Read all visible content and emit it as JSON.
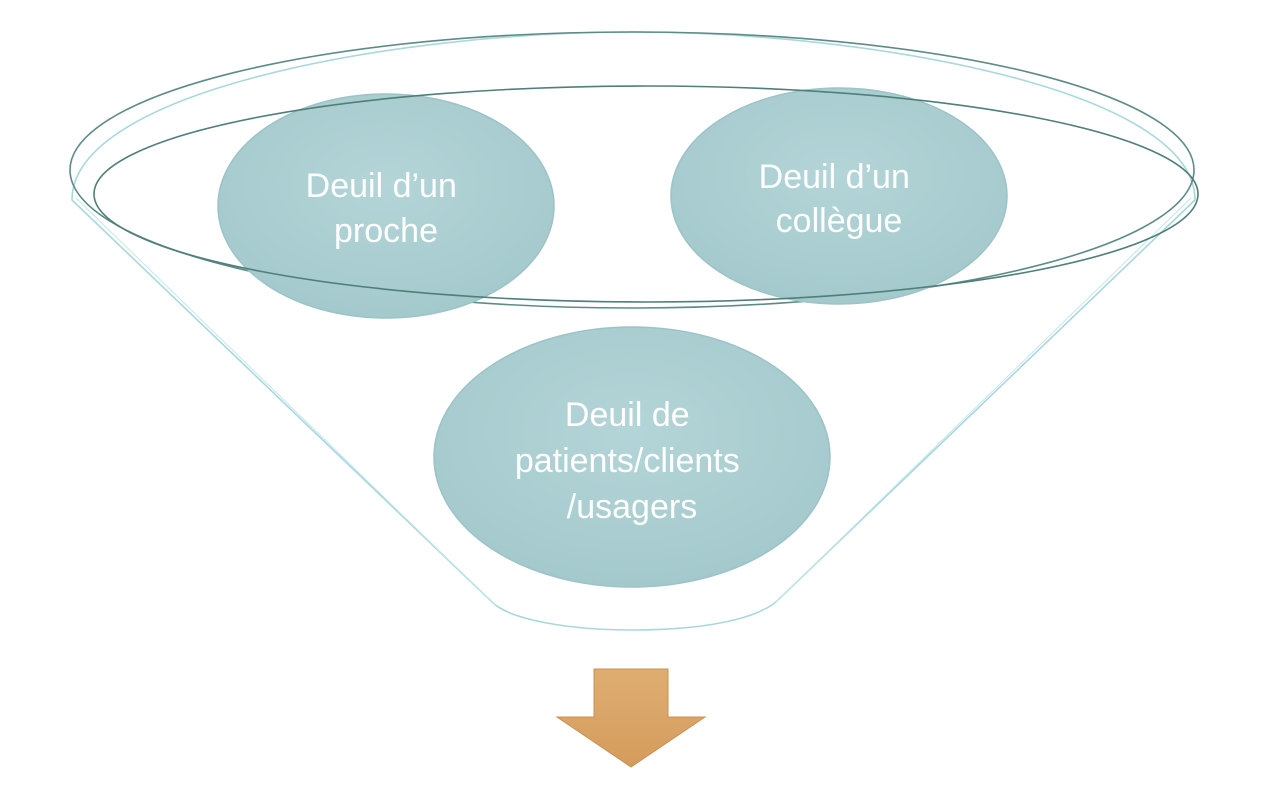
{
  "funnel": {
    "items": [
      {
        "lines": [
          "Deuil d’un",
          "proche"
        ]
      },
      {
        "lines": [
          "Deuil d’un",
          "collègue"
        ]
      },
      {
        "lines": [
          "Deuil de",
          "patients/clients",
          "/usagers"
        ]
      }
    ]
  },
  "colors": {
    "bubble_fill": "#a9cdd0",
    "bubble_stroke": "#8ab8bd",
    "rim_stroke": "#4f7f78",
    "funnel_outline": "#a9d8dc",
    "arrow_fill": "#d9a466",
    "arrow_stroke": "#c89154",
    "text": "#ffffff"
  }
}
